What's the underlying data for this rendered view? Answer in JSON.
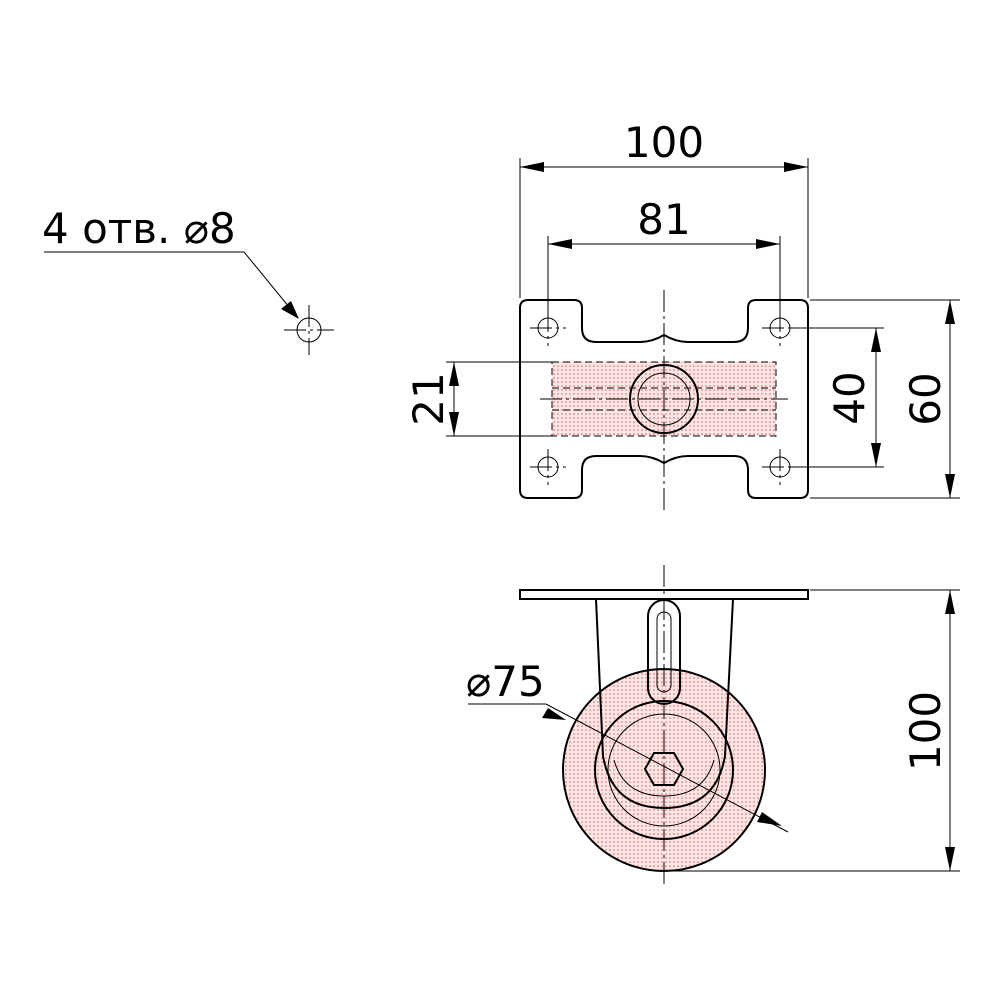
{
  "callouts": {
    "holes": "4 отв. ⌀8",
    "wheel_diameter": "⌀75"
  },
  "dimensions": {
    "plate_width": "100",
    "hole_spacing_x": "81",
    "slot_height": "21",
    "hole_spacing_y": "40",
    "plate_depth": "60",
    "total_height": "100"
  },
  "colors": {
    "line": "#000000",
    "hatch": "#e06060",
    "hatch_bg": "#fbe6e6"
  }
}
